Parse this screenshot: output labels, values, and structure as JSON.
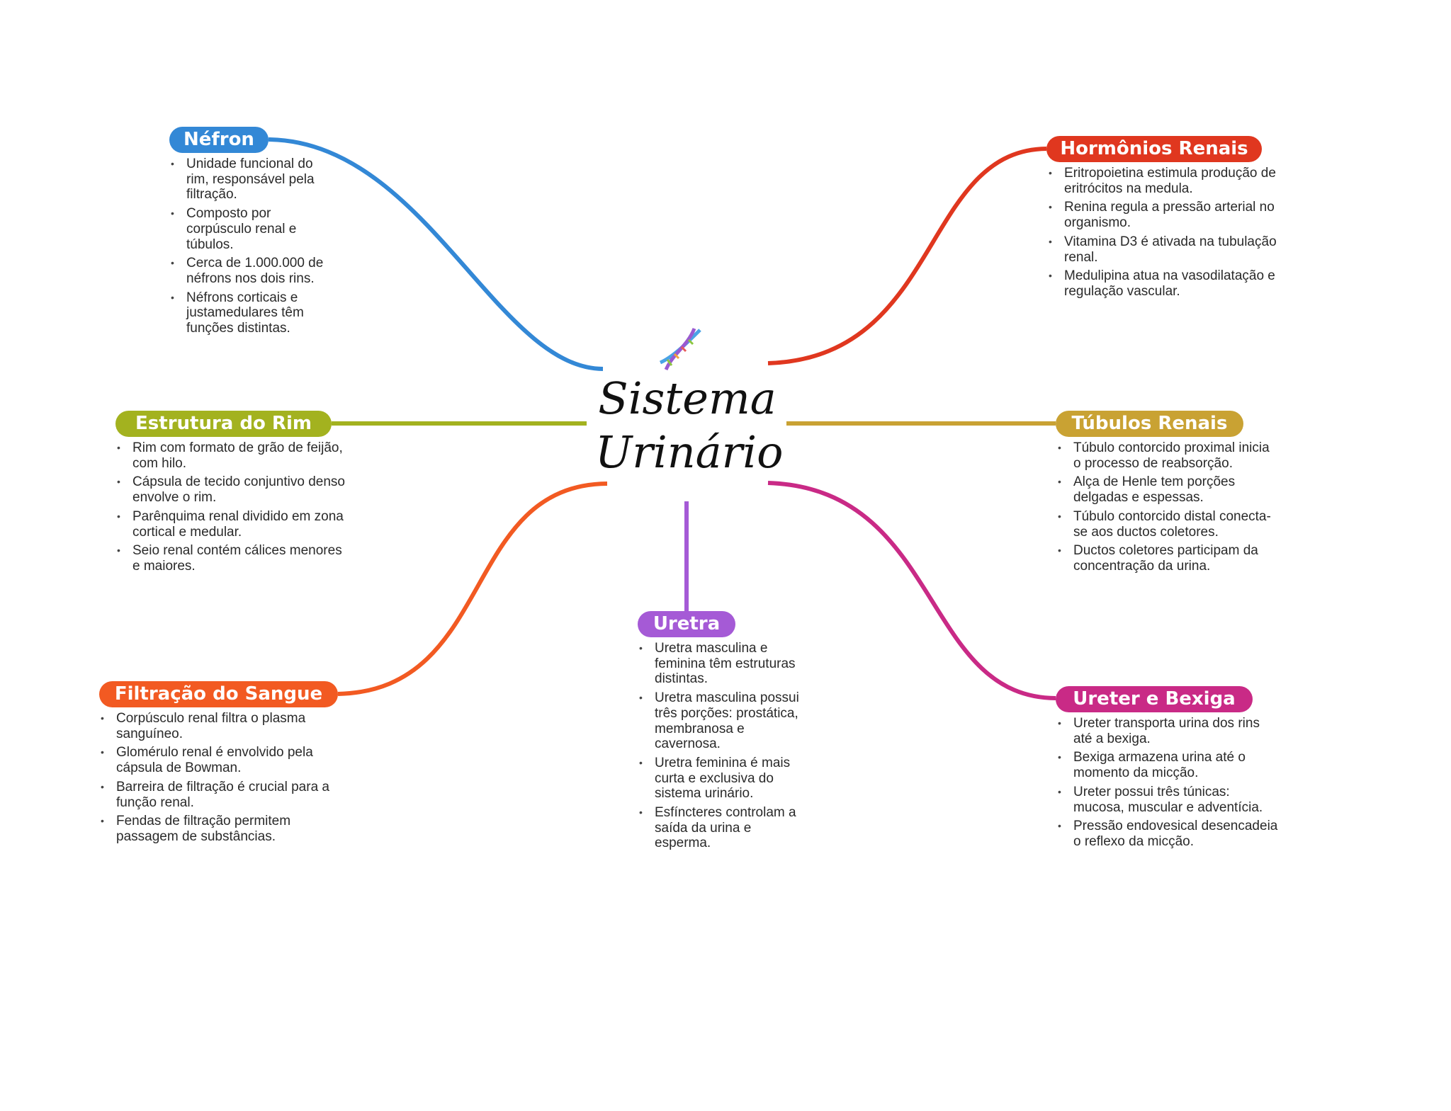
{
  "center": {
    "line1": "Sistema",
    "line2": "Urinário",
    "icon": "dna-icon"
  },
  "colors": {
    "nefron": "#3388d6",
    "hormonios": "#e0371f",
    "estrutura": "#a3b21f",
    "tubulos": "#c9a233",
    "filtracao": "#f25a22",
    "uretra": "#a55ad6",
    "ureter": "#c92a86"
  },
  "nodes": {
    "nefron": {
      "title": "Néfron",
      "items": [
        "Unidade funcional do rim, responsável pela filtração.",
        "Composto por corpúsculo renal e túbulos.",
        "Cerca de 1.000.000 de néfrons nos dois rins.",
        "Néfrons corticais e justamedulares têm funções distintas."
      ]
    },
    "hormonios": {
      "title": "Hormônios Renais",
      "items": [
        "Eritropoietina estimula produção de eritrócitos na medula.",
        "Renina regula a pressão arterial no organismo.",
        "Vitamina D3 é ativada na tubulação renal.",
        "Medulipina atua na vasodilatação e regulação vascular."
      ]
    },
    "estrutura": {
      "title": "Estrutura do Rim",
      "items": [
        "Rim com formato de grão de feijão, com hilo.",
        "Cápsula de tecido conjuntivo denso envolve o rim.",
        "Parênquima renal dividido em zona cortical e medular.",
        "Seio renal contém cálices menores e maiores."
      ]
    },
    "tubulos": {
      "title": "Túbulos Renais",
      "items": [
        "Túbulo contorcido proximal inicia o processo de reabsorção.",
        "Alça de Henle tem porções delgadas e espessas.",
        "Túbulo contorcido distal conecta-se aos ductos coletores.",
        "Ductos coletores participam da concentração da urina."
      ]
    },
    "filtracao": {
      "title": "Filtração do Sangue",
      "items": [
        "Corpúsculo renal filtra o plasma sanguíneo.",
        "Glomérulo renal é envolvido pela cápsula de Bowman.",
        "Barreira de filtração é crucial para a função renal.",
        "Fendas de filtração permitem passagem de substâncias."
      ]
    },
    "uretra": {
      "title": "Uretra",
      "items": [
        "Uretra masculina e feminina têm estruturas distintas.",
        "Uretra masculina possui três porções: prostática, membranosa e cavernosa.",
        "Uretra feminina é mais curta e exclusiva do sistema urinário.",
        "Esfíncteres controlam a saída da urina e esperma."
      ]
    },
    "ureter": {
      "title": "Ureter e Bexiga",
      "items": [
        "Ureter transporta urina dos rins até a bexiga.",
        "Bexiga armazena urina até o momento da micção.",
        "Ureter possui três túnicas: mucosa, muscular e adventícia.",
        "Pressão endovesical desencadeia o reflexo da micção."
      ]
    }
  }
}
